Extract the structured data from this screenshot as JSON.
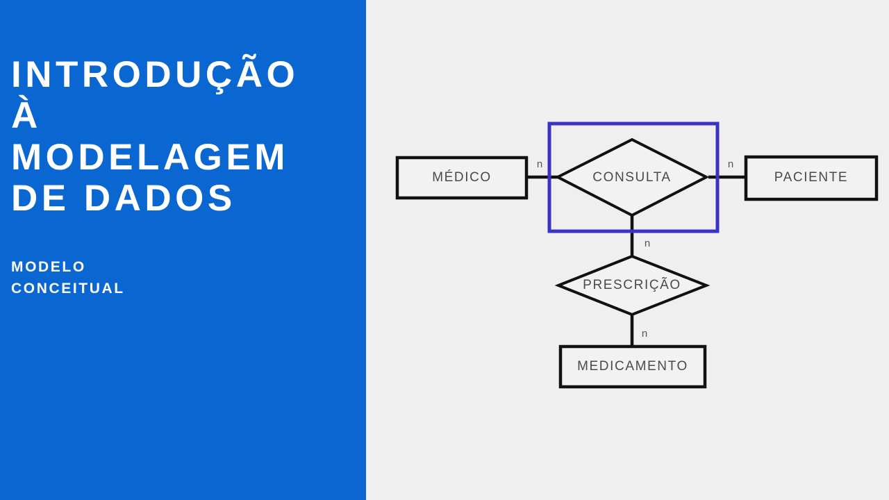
{
  "slide": {
    "background_color": "#efefef",
    "panel_color": "#0A66D0",
    "title": "INTRODUÇÃO À MODELAGEM DE DADOS",
    "title_lines": "INTRODUÇÃO\nÀ\nMODELAGEM\nDE DADOS",
    "subtitle_lines": "MODELO\nCONCEITUAL"
  },
  "diagram": {
    "type": "entity-relationship",
    "notation": "chen",
    "selection": {
      "target": "CONSULTA",
      "color": "#3B33C6"
    },
    "entities": [
      {
        "id": "medico",
        "label": "MÉDICO"
      },
      {
        "id": "paciente",
        "label": "PACIENTE"
      },
      {
        "id": "medicamento",
        "label": "MEDICAMENTO"
      }
    ],
    "relationships": [
      {
        "id": "consulta",
        "label": "CONSULTA",
        "selected": true
      },
      {
        "id": "prescricao",
        "label": "PRESCRIÇÃO",
        "selected": false
      }
    ],
    "connections": [
      {
        "from": "medico",
        "to": "consulta",
        "cardinality": "n"
      },
      {
        "from": "consulta",
        "to": "paciente",
        "cardinality": "n"
      },
      {
        "from": "consulta",
        "to": "prescricao",
        "cardinality": "n"
      },
      {
        "from": "prescricao",
        "to": "medicamento",
        "cardinality": "n"
      }
    ]
  }
}
